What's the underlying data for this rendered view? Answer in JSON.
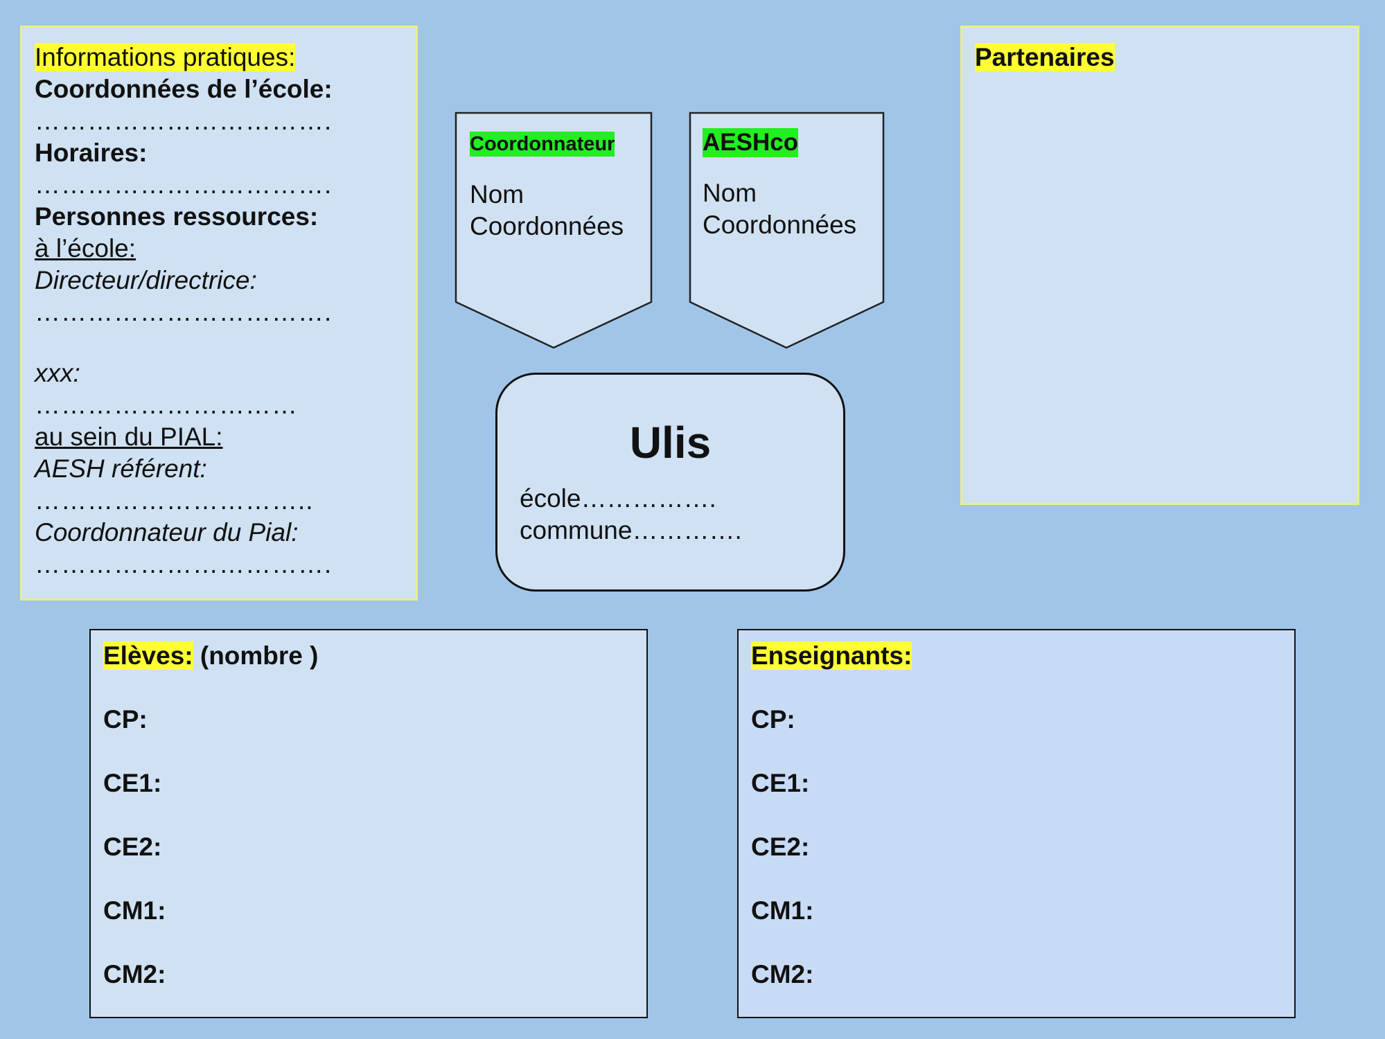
{
  "info_panel": {
    "title": "Informations pratiques:",
    "school_contact_label": "Coordonnées de l’école:",
    "school_contact_dots": "…………………………….",
    "hours_label": "Horaires:",
    "hours_dots": "…………………………….",
    "resource_persons_label": "Personnes ressources:",
    "at_school_label": "à l’école:",
    "director_label": "Directeur/directrice:",
    "director_dots": "…………………………….",
    "xxx_label": "xxx:",
    "xxx_dots": "…………………………",
    "pial_label": "au sein du PIAL:",
    "aesh_ref_label": "AESH référent:",
    "aesh_ref_dots": "…………………………..",
    "pial_coord_label": "Coordonnateur du Pial:",
    "pial_coord_dots": "……………………………."
  },
  "coordonnateur": {
    "label": "Coordonnateur",
    "name": "Nom",
    "contact": "Coordonnées"
  },
  "aeshco": {
    "label": "AESHco",
    "name": "Nom",
    "contact": "Coordonnées"
  },
  "ulis": {
    "title": "Ulis",
    "school": "école…………….",
    "commune": "commune…………."
  },
  "partners": {
    "title": "Partenaires"
  },
  "eleves": {
    "title": "Elèves:",
    "suffix": " (nombre )",
    "levels": [
      "CP:",
      "CE1:",
      "CE2:",
      "CM1:",
      "CM2:"
    ]
  },
  "enseignants": {
    "title": "Enseignants:",
    "levels": [
      "CP:",
      "CE1:",
      "CE2:",
      "CM1:",
      "CM2:"
    ]
  },
  "colors": {
    "background": "#a0c5e8",
    "panel": "#cfe1f2",
    "highlight_yellow": "#ffff33",
    "highlight_green": "#22ee22"
  }
}
